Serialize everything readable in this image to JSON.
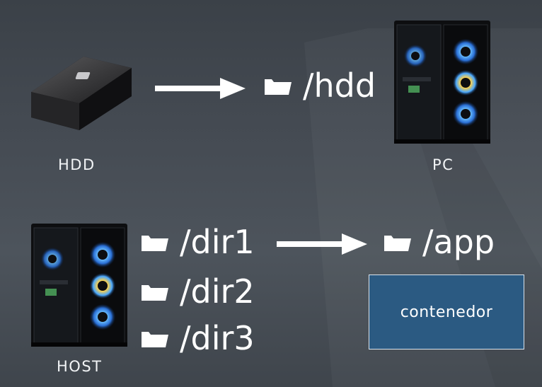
{
  "labels": {
    "hdd": "HDD",
    "pc": "PC",
    "host": "HOST"
  },
  "paths": {
    "hdd_mount": "/hdd",
    "app_mount": "/app",
    "host_dirs": [
      "/dir1",
      "/dir2",
      "/dir3"
    ]
  },
  "container": {
    "label": "contenedor"
  },
  "icons": [
    "external-hdd-icon",
    "pc-tower-icon",
    "host-tower-icon",
    "folder-icon",
    "arrow-right-icon"
  ],
  "colors": {
    "background": "#454b53",
    "container_fill": "#2b5a82",
    "text": "#ffffff",
    "fan_glow": "#4aa8ff"
  }
}
